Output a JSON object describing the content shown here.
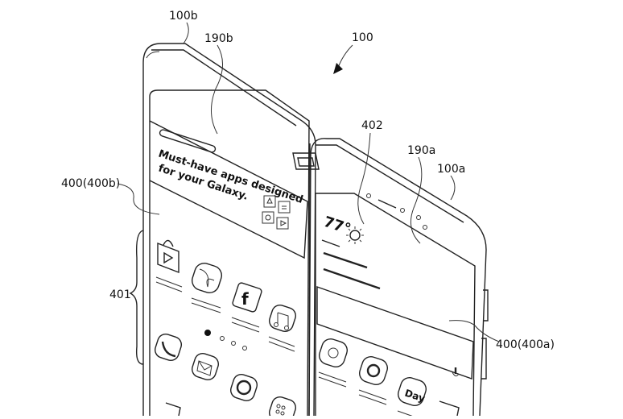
{
  "labels": {
    "device": "100",
    "body_left": "100b",
    "body_right": "100a",
    "display_left_ref": "190b",
    "display_right_ref": "190a",
    "screen_left": "400(400b)",
    "screen_right": "400(400a)",
    "icon_group": "401",
    "camera_ref": "402"
  },
  "screen_left": {
    "banner_lines": [
      "Must-have apps designed",
      "for your Galaxy."
    ],
    "facebook_glyph": "f"
  },
  "screen_right": {
    "temperature": "77°",
    "day_app": "Day"
  }
}
